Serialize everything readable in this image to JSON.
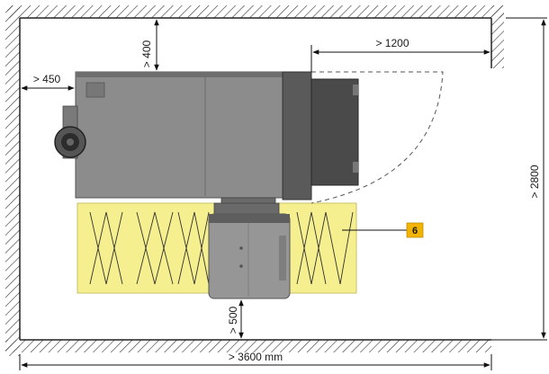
{
  "dimensions": {
    "top_clearance": "> 400",
    "door_clearance": "> 1200",
    "left_clearance": "> 450",
    "room_depth": "> 2800",
    "front_clearance": "> 500",
    "room_width": "> 3600 mm"
  },
  "callout": {
    "number": "6"
  },
  "colors": {
    "wall_hatch": "#333333",
    "boiler_body": "#8c8c8c",
    "boiler_dark": "#4a4a4a",
    "service_zone": "#f5ef8f",
    "callout_bg": "#f2b400"
  },
  "icons": {
    "flue_outlet": "flue-pipe-icon",
    "door_swing": "door-swing-arc"
  }
}
